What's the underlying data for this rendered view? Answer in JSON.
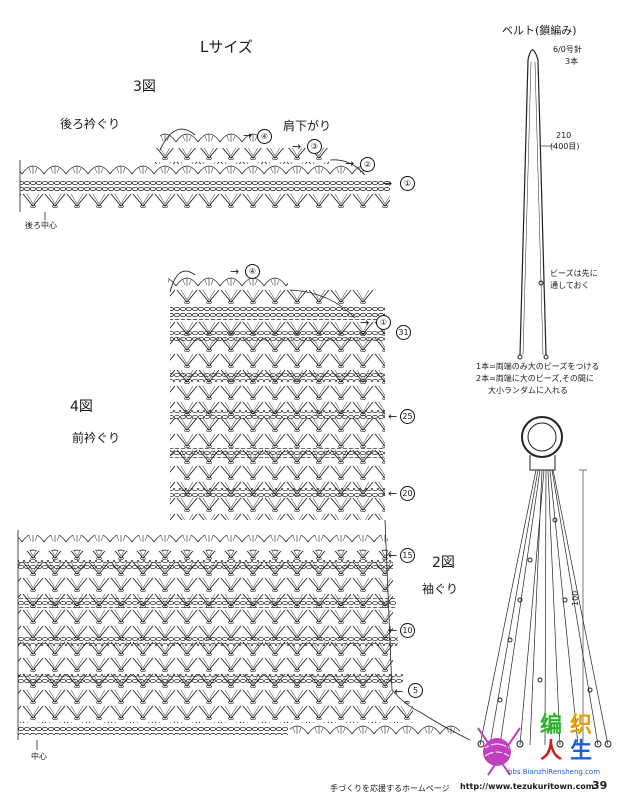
{
  "size_title": "Lサイズ",
  "fig3": {
    "label": "3図",
    "back_neck": "後ろ衿ぐり",
    "shoulder": "肩下がり",
    "back_center": "後ろ中心",
    "rows": [
      "④",
      "③",
      "②",
      "①"
    ]
  },
  "fig4": {
    "label": "4図",
    "front_neck": "前衿ぐり",
    "center": "中心",
    "top_rows": [
      "④",
      "①",
      "31"
    ],
    "side_rows": [
      "25",
      "20",
      "15",
      "10",
      "5"
    ]
  },
  "fig2": {
    "label": "2図",
    "armhole": "袖ぐり"
  },
  "belt": {
    "title": "ベルト(鎖編み)",
    "hook": "6/0号針",
    "strands": "3本",
    "length": "210",
    "stitches": "(400目)",
    "bead_note_1": "ビーズは先に",
    "bead_note_2": "通しておく",
    "note_1": "1本=両端のみ大のビーズをつける",
    "note_2": "2本=両端に大のビーズ,その間に",
    "note_3": "大小ランダムに入れる",
    "tassel_length": "100"
  },
  "footer": {
    "left": "手づくりを応援するホームページ",
    "url": "http://www.tezukuritown.com",
    "page": "39",
    "watermark_url": "bbs.BianzhiRensheng.com",
    "logo_chars": [
      "编",
      "织",
      "人",
      "生"
    ]
  }
}
